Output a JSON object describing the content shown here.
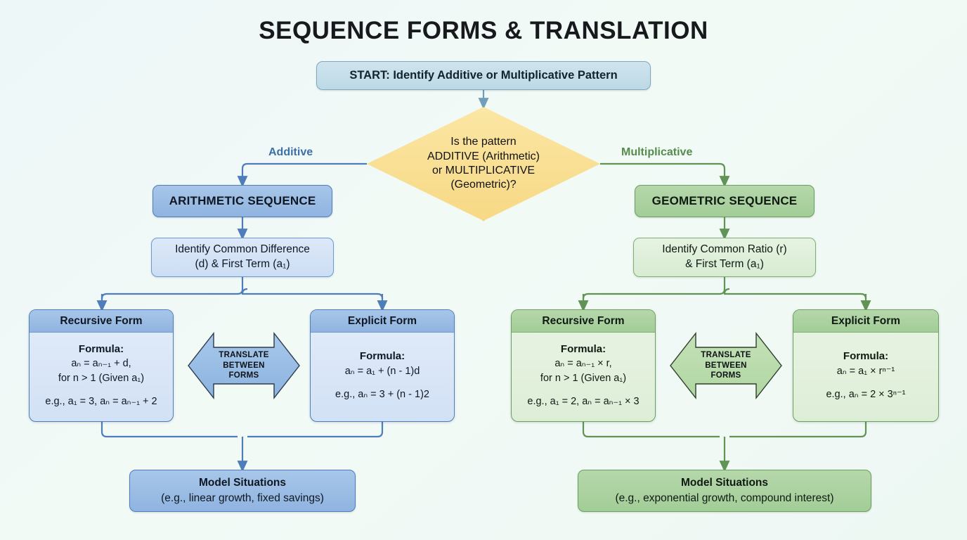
{
  "title": "SEQUENCE FORMS & TRANSLATION",
  "start": {
    "label": "START: Identify Additive or Multiplicative Pattern"
  },
  "decision": {
    "line1": "Is the pattern",
    "line2": "ADDITIVE (Arithmetic)",
    "line3": "or MULTIPLICATIVE",
    "line4": "(Geometric)?"
  },
  "branches": {
    "left_label": "Additive",
    "right_label": "Multiplicative"
  },
  "arithmetic": {
    "header": "ARITHMETIC SEQUENCE",
    "detail_line1": "Identify Common Difference",
    "detail_line2": "(d) & First Term (a₁)",
    "recursive": {
      "title": "Recursive Form",
      "formula_label": "Formula:",
      "formula_line1": "aₙ = aₙ₋₁ + d,",
      "formula_line2": "for n > 1 (Given a₁)",
      "example": "e.g., a₁ = 3, aₙ = aₙ₋₁ + 2"
    },
    "explicit": {
      "title": "Explicit Form",
      "formula_label": "Formula:",
      "formula_line1": "aₙ = a₁ + (n - 1)d",
      "example": "e.g., aₙ = 3 + (n - 1)2"
    },
    "translate": {
      "line1": "TRANSLATE",
      "line2": "BETWEEN",
      "line3": "FORMS"
    },
    "model_line1": "Model Situations",
    "model_line2": "(e.g., linear growth, fixed savings)"
  },
  "geometric": {
    "header": "GEOMETRIC SEQUENCE",
    "detail_line1": "Identify Common Ratio (r)",
    "detail_line2": "& First Term (a₁)",
    "recursive": {
      "title": "Recursive Form",
      "formula_label": "Formula:",
      "formula_line1": "aₙ = aₙ₋₁ × r,",
      "formula_line2": "for n > 1 (Given a₁)",
      "example": "e.g., a₁ = 2, aₙ = aₙ₋₁ × 3"
    },
    "explicit": {
      "title": "Explicit Form",
      "formula_label": "Formula:",
      "formula_line1": "aₙ = a₁ × rⁿ⁻¹",
      "example": "e.g., aₙ = 2 × 3ⁿ⁻¹"
    },
    "translate": {
      "line1": "TRANSLATE",
      "line2": "BETWEEN",
      "line3": "FORMS"
    },
    "model_line1": "Model Situations",
    "model_line2": "(e.g., exponential growth, compound interest)"
  },
  "colors": {
    "background": "#eef7f8",
    "blue_accent": "#4f7dba",
    "blue_fill": "#8fb4e0",
    "blue_soft": "#d2e1f5",
    "green_accent": "#6a9f5f",
    "green_fill": "#a2cd97",
    "green_soft": "#ddeed7",
    "decision_fill": "#f7d985",
    "decision_border": "#d9b957",
    "start_fill": "#bcd9e6",
    "title_color": "#17191c",
    "label_additive": "#3d6fa8",
    "label_multiplicative": "#558c4d"
  }
}
